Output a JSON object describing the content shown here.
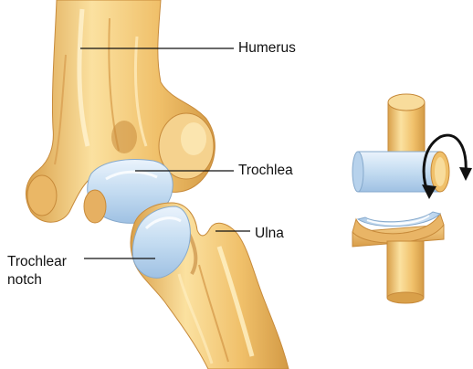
{
  "labels": {
    "humerus": "Humerus",
    "trochlea": "Trochlea",
    "ulna": "Ulna",
    "trochlear_notch_line1": "Trochlear",
    "trochlear_notch_line2": "notch"
  },
  "colors": {
    "bone": "#f2c775",
    "bone_light": "#fbe3a6",
    "bone_shadow": "#d4953f",
    "cartilage": "#bcd7ef",
    "cartilage_light": "#e4f0fb",
    "arrow": "#111111"
  }
}
